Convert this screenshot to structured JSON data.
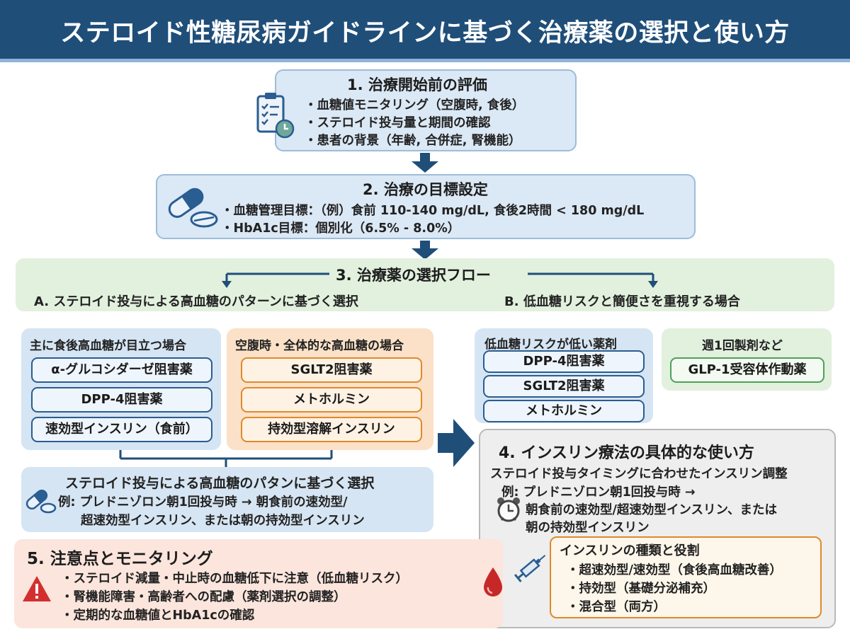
{
  "title": "ステロイド性糖尿病ガイドラインに基づく治療薬の選択と使い方",
  "step1": {
    "heading": "1. 治療開始前の評価",
    "items": [
      "・血糖値モニタリング（空腹時, 食後）",
      "・ステロイド投与量と期間の確認",
      "・患者の背景（年齢, 合併症, 腎機能）"
    ]
  },
  "step2": {
    "heading": "2. 治療の目標設定",
    "items": [
      "・血糖管理目標：（例）食前 110-140 mg/dL, 食後2時間 < 180 mg/dL",
      "・HbA1c目標：個別化（6.5% - 8.0%）"
    ]
  },
  "step3": {
    "heading": "3. 治療薬の選択フロー",
    "branch_a": "A. ステロイド投与による高血糖のパターンに基づく選択",
    "branch_b": "B. 低血糖リスクと簡便さを重視する場合"
  },
  "postprandial": {
    "heading": "主に食後高血糖が目立つ場合",
    "drugs": [
      "α-グルコシダーゼ阻害薬",
      "DPP-4阻害薬",
      "速効型インスリン（食前）"
    ]
  },
  "fasting": {
    "heading": "空腹時・全体的な高血糖の場合",
    "drugs": [
      "SGLT2阻害薬",
      "メトホルミン",
      "持効型溶解インスリン"
    ]
  },
  "low_risk": {
    "heading": "低血糖リスクが低い薬剤",
    "drugs": [
      "DPP-4阻害薬",
      "SGLT2阻害薬",
      "メトホルミン"
    ]
  },
  "weekly": {
    "heading": "週1回製剤など",
    "drugs": [
      "GLP-1受容体作動薬"
    ]
  },
  "pattern_box": {
    "heading": "ステロイド投与による高血糖のパタンに基づく選択",
    "lines": [
      "例: プレドニゾロン朝1回投与時 → 朝食前の速効型/",
      "超速効型インスリン、または朝の持効型インスリン"
    ]
  },
  "step4": {
    "heading": "4. インスリン療法の具体的な使い方",
    "subheading": "ステロイド投与タイミングに合わせたインスリン調整",
    "lines": [
      "例: プレドニゾロン朝1回投与時 →",
      "朝食前の速効型/超速効型インスリン、または",
      "朝の持効型インスリン"
    ],
    "types": {
      "heading": "インスリンの種類と役割",
      "items": [
        "・超速効型/速効型（食後高血糖改善）",
        "・持効型（基礎分泌補充）",
        "・混合型（両方）"
      ]
    }
  },
  "step5": {
    "heading": "5. 注意点とモニタリング",
    "items": [
      "・ステロイド減量・中止時の血糖低下に注意（低血糖リスク）",
      "・腎機能障害・高齢者への配慮（薬剤選択の調整）",
      "・定期的な血糖値とHbA1cの確認"
    ]
  },
  "colors": {
    "title_bg": "#1f4e79",
    "arrow": "#1f4e79",
    "blue_border": "#2a5d91",
    "orange_border": "#df8a2c",
    "green_border": "#4ea05a",
    "warning": "#d32f2f",
    "blood_drop": "#c62828"
  },
  "icons": [
    "clipboard-icon",
    "capsule-pill-icon",
    "clock-icon",
    "warning-icon",
    "blood-drop-icon",
    "syringe-icon"
  ]
}
